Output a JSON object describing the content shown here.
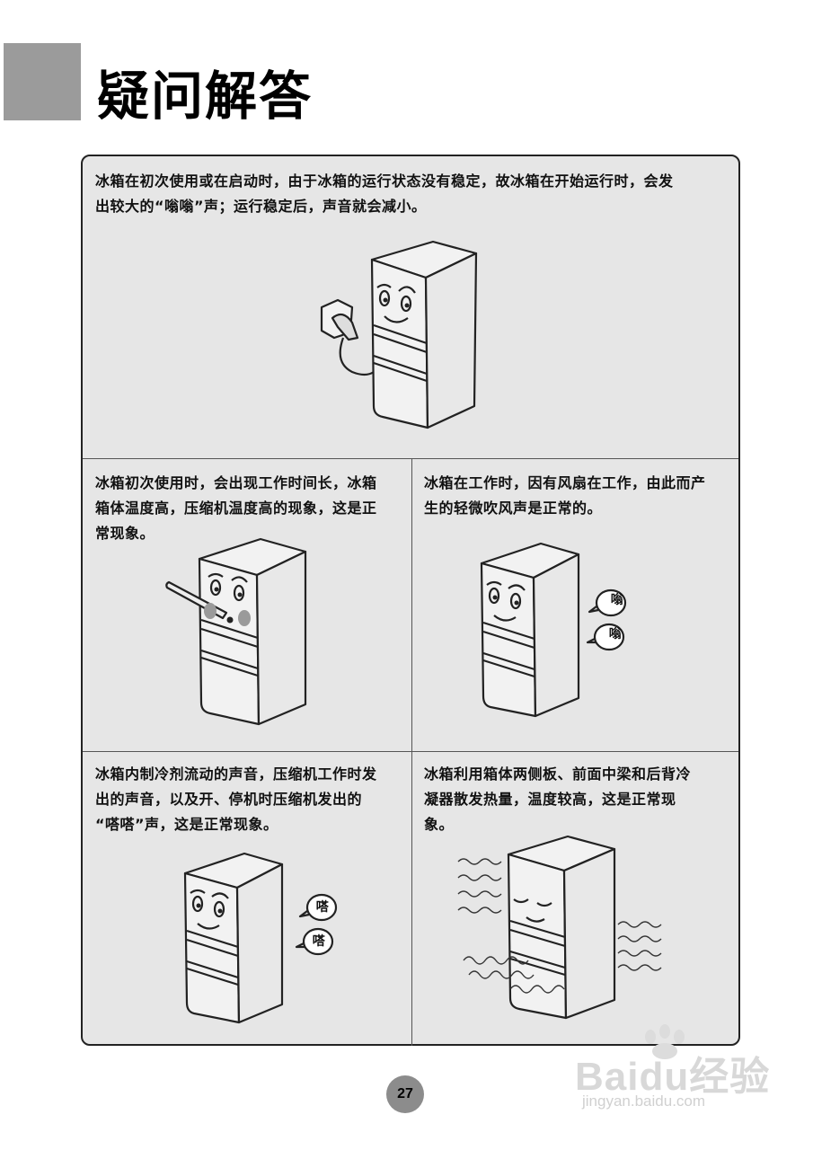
{
  "header": {
    "title": "疑问解答"
  },
  "sections": [
    {
      "text_lines": [
        "冰箱在初次使用或在启动时，由于冰箱的运行状态没有稳定，故冰箱在开始运行时，会发",
        "出较大的“嗡嗡”声；运行稳定后，声音就会减小。"
      ]
    },
    {
      "text_lines": [
        "冰箱初次使用时，会出现工作时间长，冰箱",
        "箱体温度高，压缩机温度高的现象，这是正",
        "常现象。"
      ]
    },
    {
      "text_lines": [
        "冰箱在工作时，因有风扇在工作，由此而产",
        "生的轻微吹风声是正常的。"
      ]
    },
    {
      "text_lines": [
        "冰箱内制冷剂流动的声音，压缩机工作时发",
        "出的声音，以及开、停机时压缩机发出的",
        "“嗒嗒”声，这是正常现象。"
      ]
    },
    {
      "text_lines": [
        "冰箱利用箱体两侧板、前面中梁和后背冷",
        "凝器散发热量，温度较高，这是正常现",
        "象。"
      ]
    }
  ],
  "bubbles": {
    "weng1": "嗡",
    "weng2": "嗡",
    "da1": "嗒",
    "da2": "嗒"
  },
  "footer": {
    "page_number": "27"
  },
  "watermark": {
    "brand": "Baidu经验",
    "url": "jingyan.baidu.com"
  }
}
